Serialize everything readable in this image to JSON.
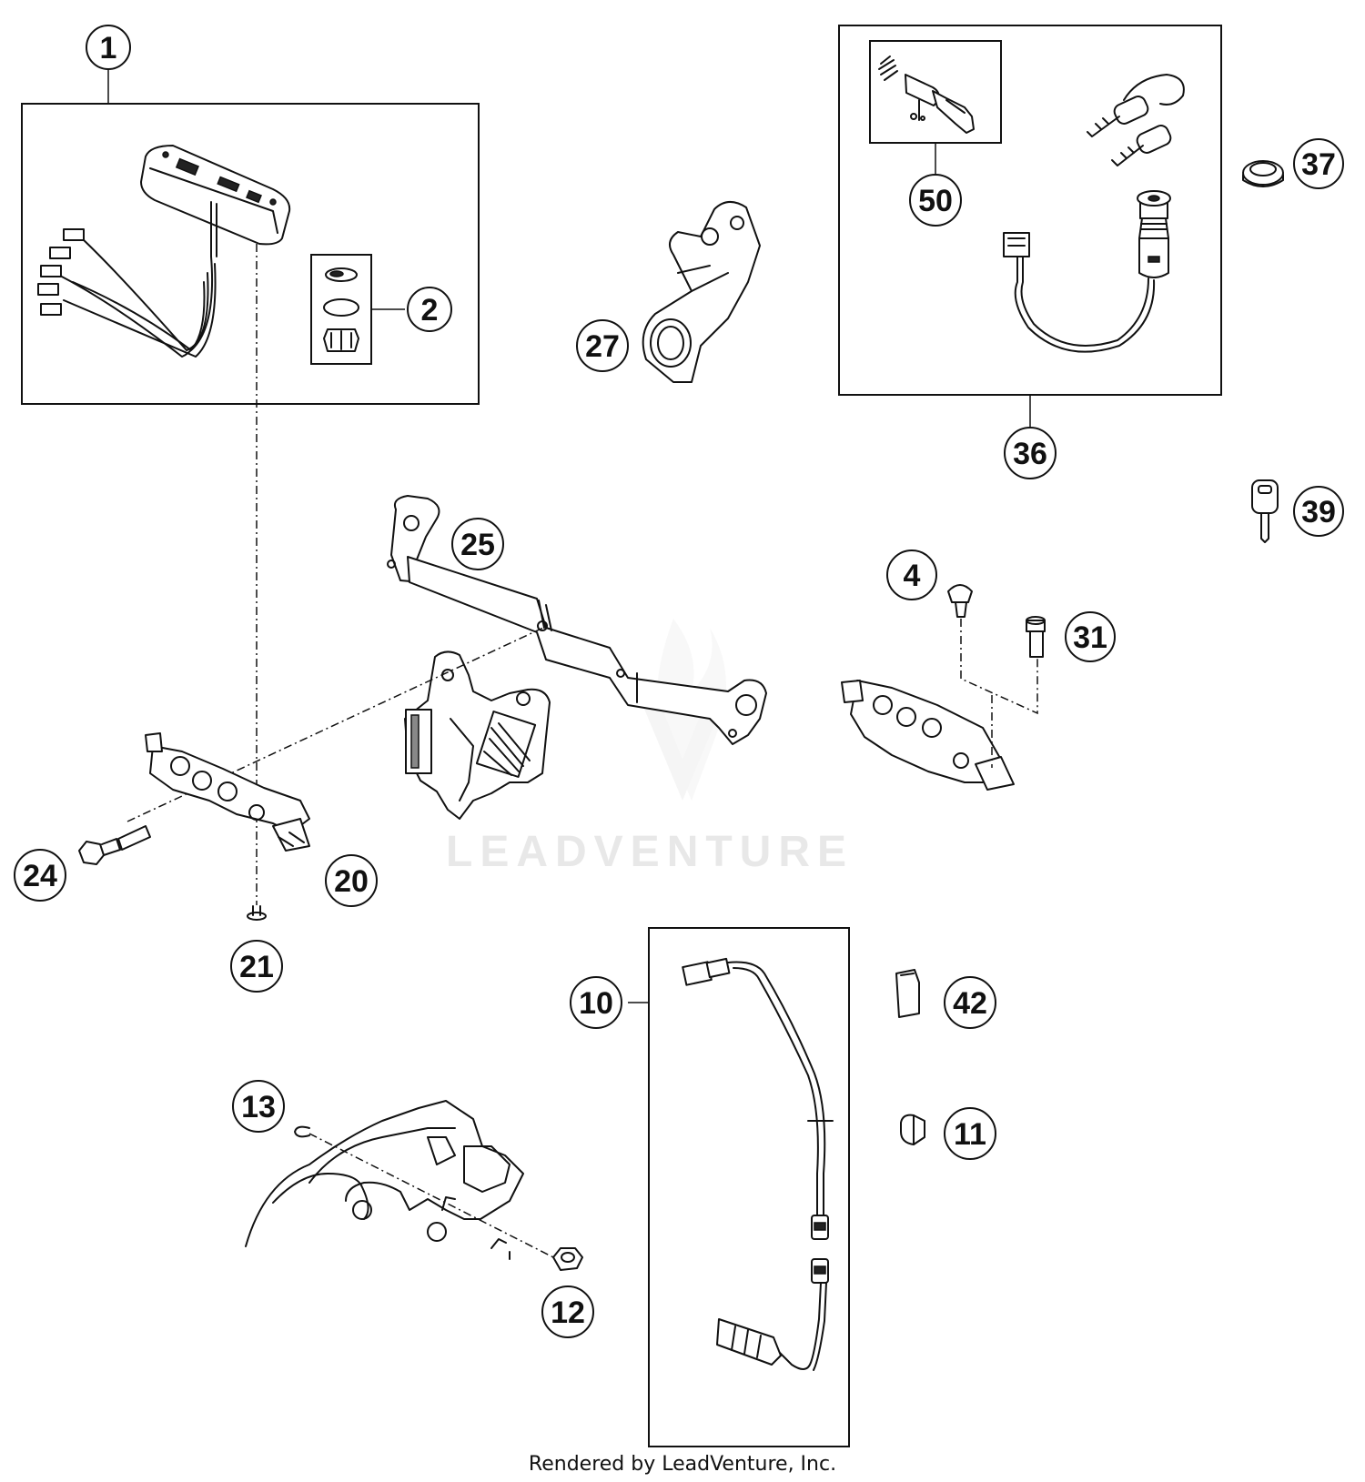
{
  "diagram": {
    "callouts": [
      {
        "id": "c1",
        "label": "1"
      },
      {
        "id": "c2",
        "label": "2"
      },
      {
        "id": "c27",
        "label": "27"
      },
      {
        "id": "c50",
        "label": "50"
      },
      {
        "id": "c37",
        "label": "37"
      },
      {
        "id": "c36",
        "label": "36"
      },
      {
        "id": "c39",
        "label": "39"
      },
      {
        "id": "c25",
        "label": "25"
      },
      {
        "id": "c4",
        "label": "4"
      },
      {
        "id": "c31",
        "label": "31"
      },
      {
        "id": "c24",
        "label": "24"
      },
      {
        "id": "c20",
        "label": "20"
      },
      {
        "id": "c21",
        "label": "21"
      },
      {
        "id": "c10",
        "label": "10"
      },
      {
        "id": "c42",
        "label": "42"
      },
      {
        "id": "c13",
        "label": "13"
      },
      {
        "id": "c11",
        "label": "11"
      },
      {
        "id": "c12",
        "label": "12"
      }
    ],
    "watermark": "LEADVENTURE",
    "credit": "Rendered by LeadVenture, Inc."
  },
  "colors": {
    "line": "#111111",
    "background": "#ffffff",
    "watermark": "#e8e8e8"
  }
}
